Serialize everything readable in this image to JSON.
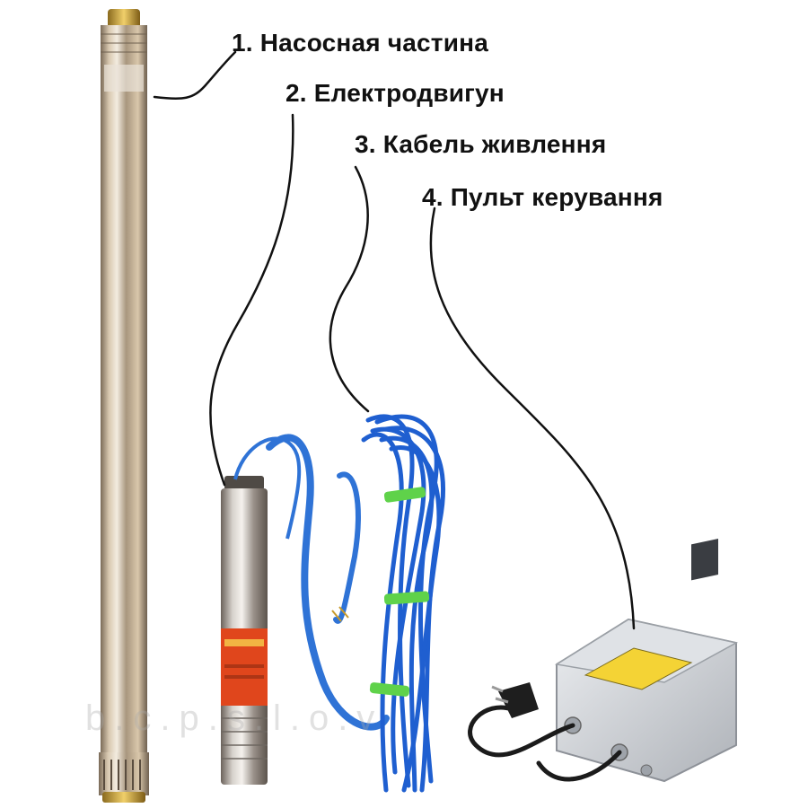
{
  "labels": [
    {
      "text": "1. Насосная частина"
    },
    {
      "text": "2. Електродвигун"
    },
    {
      "text": "3. Кабель живлення"
    },
    {
      "text": "4. Пульт керування"
    }
  ],
  "watermark": "b.c.p.s.l.o.v",
  "colors": {
    "steel": "#b9a48a",
    "cable_blue": "#1f5fd0",
    "tie_green": "#5fd24a",
    "box_grey": "#c9ccd1",
    "warning_red": "#e0461c",
    "label_text": "#111111"
  }
}
